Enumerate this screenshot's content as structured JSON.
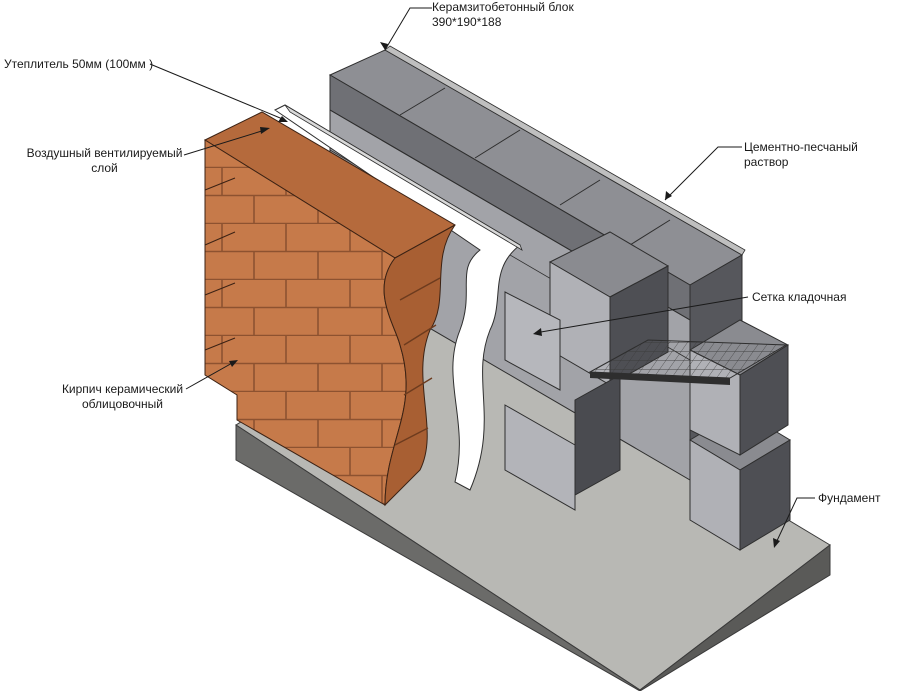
{
  "labels": {
    "block": {
      "line1": "Керамзитобетонный блок",
      "line2": "390*190*188"
    },
    "insulation": "Утеплитель 50мм (100мм )",
    "air_gap": {
      "line1": "Воздушный вентилируемый",
      "line2": "слой"
    },
    "mortar": {
      "line1": "Цементно-песчаный",
      "line2": "раствор"
    },
    "mesh": "Сетка кладочная",
    "brick": {
      "line1": "Кирпич керамический",
      "line2": "облицовочный"
    },
    "foundation": "Фундамент"
  },
  "colors": {
    "block_front": "#a9aaae",
    "block_side": "#5b5c61",
    "block_top": "#808186",
    "brick_face": "#c67a4a",
    "brick_mortar": "#9e5c33",
    "insulation": "#ffffff",
    "foundation_top": "#b8b8b4",
    "foundation_side": "#6b6b69"
  }
}
